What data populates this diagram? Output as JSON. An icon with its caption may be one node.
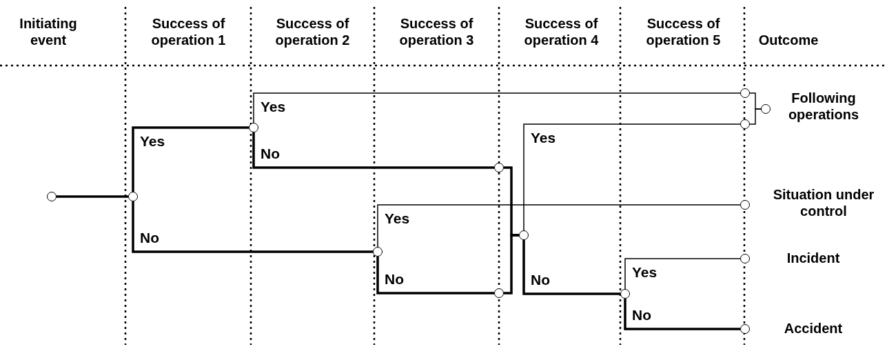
{
  "diagram": {
    "nodes": [
      {
        "text": [],
        "shape": "circle"
      },
      {
        "text": [],
        "shape": "circle"
      },
      {
        "text": [],
        "shape": "circle"
      },
      {
        "text": [],
        "shape": "circle"
      },
      {
        "text": [],
        "shape": "circle"
      },
      {
        "text": [],
        "shape": "circle",
        "beside": [
          "Following operations"
        ]
      },
      {
        "text": [],
        "shape": "circle"
      },
      {
        "text": [],
        "shape": "circle"
      },
      {
        "text": [],
        "shape": "circle",
        "beside": [
          "Situation under control"
        ]
      },
      {
        "text": [],
        "shape": "circle"
      },
      {
        "text": [],
        "shape": "circle"
      },
      {
        "text": [],
        "shape": "circle"
      },
      {
        "text": [],
        "shape": "circle",
        "beside": [
          "Incident"
        ]
      },
      {
        "text": [],
        "shape": "circle",
        "beside": [
          "Accident"
        ]
      }
    ],
    "edges": [
      {
        "from": 0,
        "to": 1,
        "arrow": "none"
      },
      {
        "from": 1,
        "to": 2,
        "arrow": "none",
        "label": "Yes"
      },
      {
        "from": 1,
        "to": 7,
        "arrow": "none",
        "label": "No"
      },
      {
        "from": 2,
        "to": 3,
        "arrow": "none",
        "label": "Yes"
      },
      {
        "from": 2,
        "to": 6,
        "arrow": "none",
        "label": "No"
      },
      {
        "from": 7,
        "to": 8,
        "arrow": "none",
        "label": "Yes"
      },
      {
        "from": 7,
        "to": 9,
        "arrow": "none",
        "label": "No"
      },
      {
        "from": 6,
        "to": 10,
        "arrow": "none"
      },
      {
        "from": 9,
        "to": 10,
        "arrow": "none"
      },
      {
        "from": 10,
        "to": 4,
        "arrow": "none",
        "label": "Yes"
      },
      {
        "from": 10,
        "to": 11,
        "arrow": "none",
        "label": "No"
      },
      {
        "from": 11,
        "to": 12,
        "arrow": "none",
        "label": "Yes"
      },
      {
        "from": 11,
        "to": 13,
        "arrow": "none",
        "label": "No"
      },
      {
        "from": 3,
        "to": 5,
        "arrow": "none"
      },
      {
        "from": 4,
        "to": 5,
        "arrow": "none"
      }
    ],
    "labels": [
      "Initiating event",
      "Success of operation 1",
      "Success of operation 2",
      "Success of operation 3",
      "Success of operation 4",
      "Success of operation 5",
      "Outcome"
    ]
  }
}
